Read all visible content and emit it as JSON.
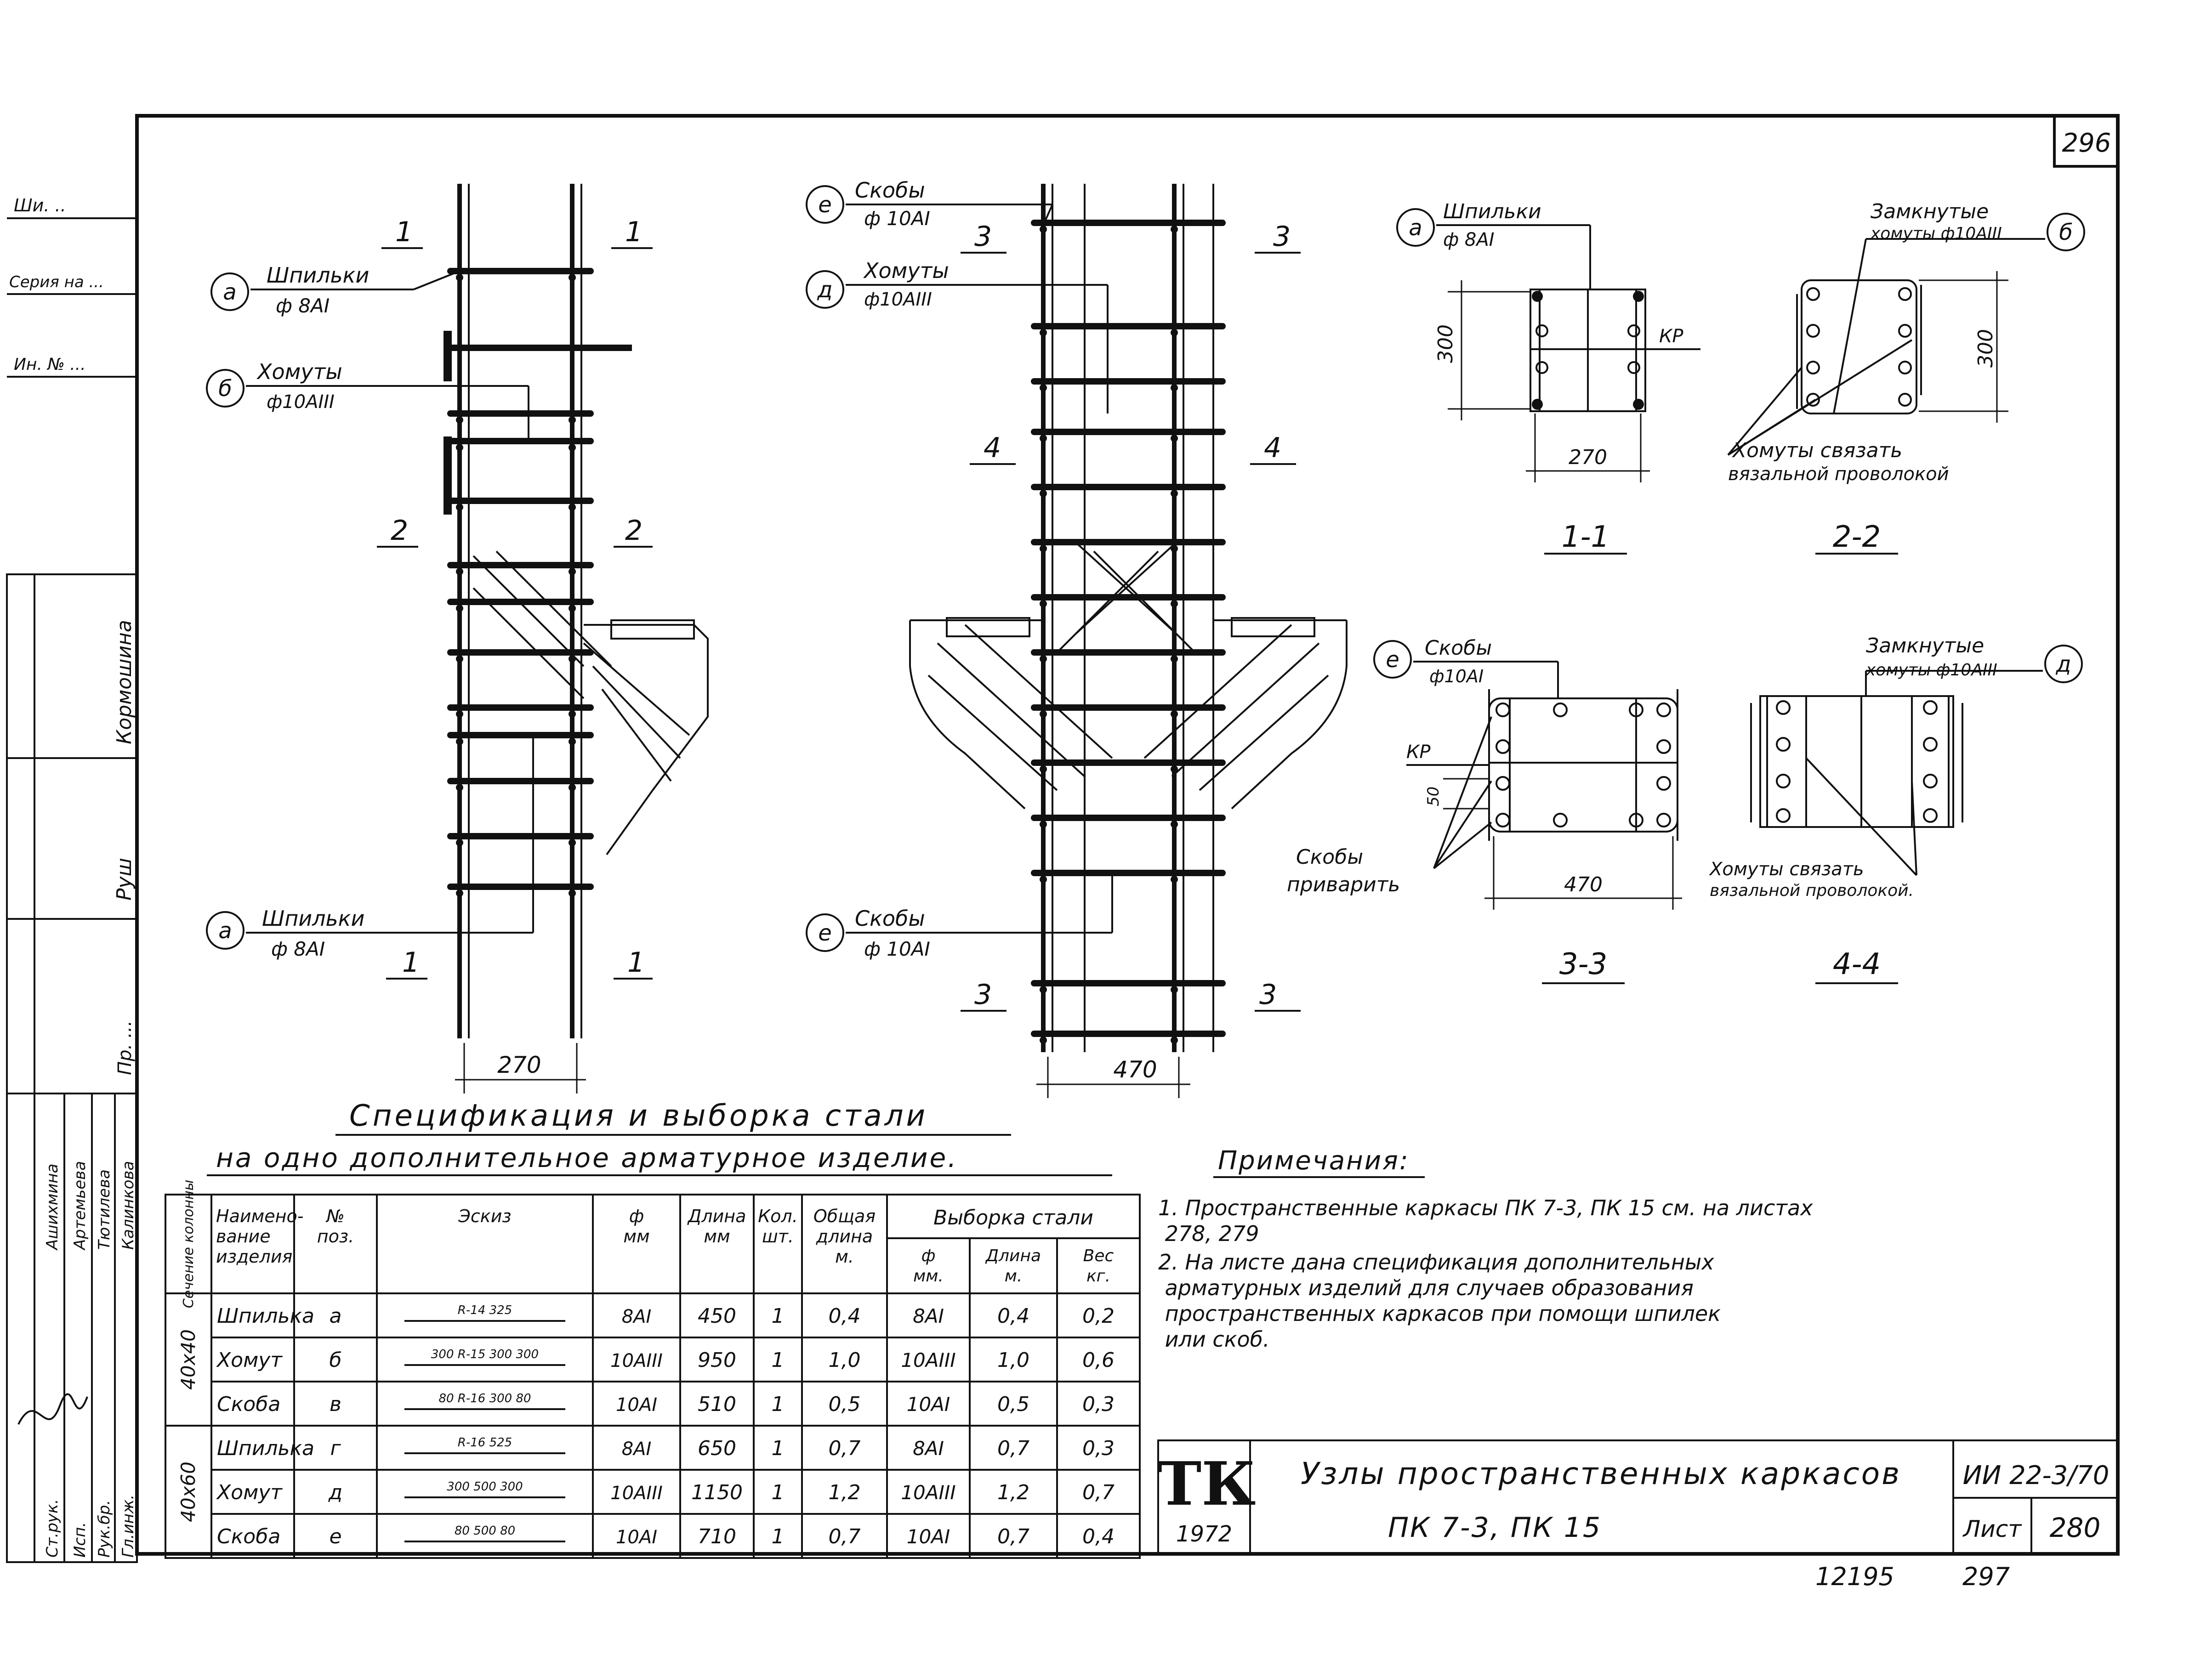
{
  "sheet": {
    "page_number": "296",
    "footer_left": "12195",
    "footer_right": "297"
  },
  "left_margin": {
    "top_labels": [
      "Ши. ..",
      "Серия на ...",
      "Ин. № ..."
    ],
    "vertical_labels": [
      "Кормошина",
      "Руш",
      "Пр. ..."
    ],
    "approvals": [
      {
        "role": "Ст.рук.",
        "name": "Ашихмина"
      },
      {
        "role": "Исп.",
        "name": "Артемьева"
      },
      {
        "role": "Рук.бр.",
        "name": "Тютилева"
      },
      {
        "role": "Гл.инж.",
        "name": "Калинкова"
      }
    ]
  },
  "drawing_left": {
    "section_top_left": "1",
    "section_top_right": "1",
    "section_mid_left": "2",
    "section_mid_right": "2",
    "section_bot_left": "1",
    "section_bot_right": "1",
    "callouts": [
      {
        "mark": "а",
        "line1": "Шпильки",
        "line2": "ф 8АI"
      },
      {
        "mark": "б",
        "line1": "Хомуты",
        "line2": "ф10АIII"
      },
      {
        "mark": "а",
        "line1": "Шпильки",
        "line2": "ф 8АI"
      }
    ],
    "dim_width": "270"
  },
  "drawing_mid": {
    "section_top_left": "3",
    "section_top_right": "3",
    "section_mid_left": "4",
    "section_mid_right": "4",
    "section_bot_left": "3",
    "section_bot_right": "3",
    "callouts": [
      {
        "mark": "е",
        "line1": "Скобы",
        "line2": "ф 10АI"
      },
      {
        "mark": "д",
        "line1": "Хомуты",
        "line2": "ф10АIII"
      },
      {
        "mark": "е",
        "line1": "Скобы",
        "line2": "ф 10АI"
      }
    ],
    "dim_width": "470"
  },
  "sections": {
    "s11": {
      "title": "1-1",
      "mark": "а",
      "line1": "Шпильки",
      "line2": "ф 8АI",
      "kp": "КР",
      "dim_h": "300",
      "dim_w": "270"
    },
    "s22": {
      "title": "2-2",
      "mark": "б",
      "line1": "Замкнутые",
      "line2": "хомуты ф10АIII",
      "dim_h": "300",
      "note1": "Хомуты связать",
      "note2": "вязальной проволокой"
    },
    "s33": {
      "title": "3-3",
      "mark": "е",
      "line1": "Скобы",
      "line2": "ф10АI",
      "kp": "КР",
      "dim_50": "50",
      "dim_w": "470",
      "note1": "Скобы",
      "note2": "приварить"
    },
    "s44": {
      "title": "4-4",
      "mark": "д",
      "line1": "Замкнутые",
      "line2": "хомуты ф10АIII",
      "note1": "Хомуты связать",
      "note2": "вязальной проволокой."
    }
  },
  "spec": {
    "title_line1": "Спецификация и выборка стали",
    "title_line2": "на одно дополнительное арматурное изделие.",
    "headers": {
      "section": "Сечение колонны",
      "name": "Наимено-вание изделия",
      "pos": "№ поз.",
      "sketch": "Эскиз",
      "phi": "ф мм",
      "length": "Длина мм",
      "qty": "Кол. шт.",
      "total": "Общая длина м.",
      "sel": "Выборка стали",
      "sel_phi": "ф мм.",
      "sel_len": "Длина м.",
      "sel_wt": "Вес кг."
    },
    "groups": [
      {
        "section": "40х40",
        "rows": [
          {
            "name": "Шпилька",
            "pos": "а",
            "sketch": "R-14  325",
            "phi": "8АI",
            "len": "450",
            "qty": "1",
            "total": "0,4",
            "s_phi": "8АI",
            "s_len": "0,4",
            "s_wt": "0,2"
          },
          {
            "name": "Хомут",
            "pos": "б",
            "sketch": "300  R-15  300  300",
            "phi": "10АIII",
            "len": "950",
            "qty": "1",
            "total": "1,0",
            "s_phi": "10АIII",
            "s_len": "1,0",
            "s_wt": "0,6"
          },
          {
            "name": "Скоба",
            "pos": "в",
            "sketch": "80  R-16  300  80",
            "phi": "10АI",
            "len": "510",
            "qty": "1",
            "total": "0,5",
            "s_phi": "10АI",
            "s_len": "0,5",
            "s_wt": "0,3"
          }
        ]
      },
      {
        "section": "40х60",
        "rows": [
          {
            "name": "Шпилька",
            "pos": "г",
            "sketch": "R-16  525",
            "phi": "8АI",
            "len": "650",
            "qty": "1",
            "total": "0,7",
            "s_phi": "8АI",
            "s_len": "0,7",
            "s_wt": "0,3"
          },
          {
            "name": "Хомут",
            "pos": "д",
            "sketch": "300  500  300",
            "phi": "10АIII",
            "len": "1150",
            "qty": "1",
            "total": "1,2",
            "s_phi": "10АIII",
            "s_len": "1,2",
            "s_wt": "0,7"
          },
          {
            "name": "Скоба",
            "pos": "е",
            "sketch": "80  500  80",
            "phi": "10АI",
            "len": "710",
            "qty": "1",
            "total": "0,7",
            "s_phi": "10АI",
            "s_len": "0,7",
            "s_wt": "0,4"
          }
        ]
      }
    ]
  },
  "notes": {
    "title": "Примечания:",
    "items": [
      "1. Пространственные каркасы ПК 7-3, ПК 15 см. на листах 278, 279",
      "2. На листе дана спецификация дополнительных арматурных изделий для случаев образования пространственных каркасов при помощи шпилек или скоб."
    ]
  },
  "title_block": {
    "logo": "ТК",
    "year": "1972",
    "title": "Узлы пространственных каркасов",
    "subtitle": "ПК 7-3, ПК 15",
    "series": "ИИ 22-3/70",
    "sheet_label": "Лист",
    "sheet_number": "280"
  }
}
